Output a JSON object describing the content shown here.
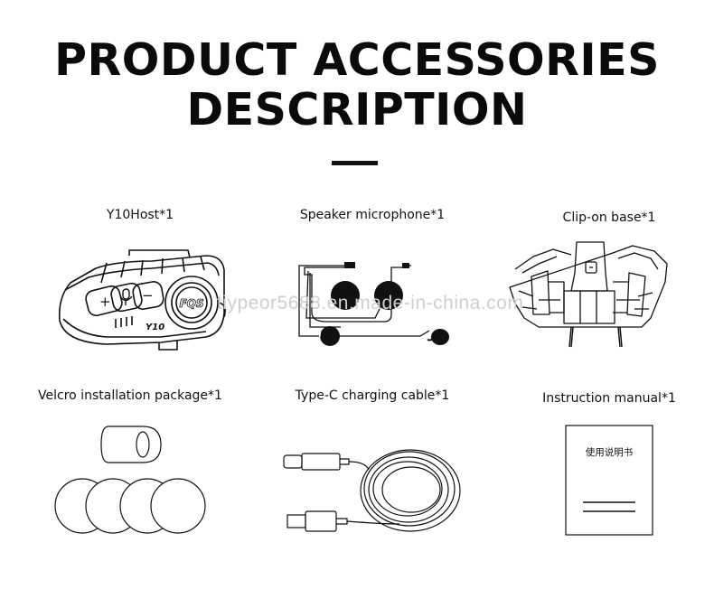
{
  "heading": {
    "line1": "PRODUCT ACCESSORIES",
    "line2": "DESCRIPTION"
  },
  "items": [
    {
      "label": "Y10Host*1",
      "icon": "bluetooth-intercom-device-icon"
    },
    {
      "label": "Speaker microphone*1",
      "icon": "headset-speakers-microphone-icon"
    },
    {
      "label": "Clip-on base*1",
      "icon": "clip-mount-base-icon"
    },
    {
      "label": "Velcro installation package*1",
      "icon": "velcro-pads-icon"
    },
    {
      "label": "Type-C charging cable*1",
      "icon": "usb-type-c-cable-icon"
    },
    {
      "label": "Instruction manual*1",
      "icon": "instruction-manual-icon"
    }
  ],
  "device": {
    "logo": "FQS",
    "model": "Y10",
    "plus": "+",
    "minus": "−"
  },
  "manual": {
    "cover_text": "使用说明书"
  },
  "watermark": "tiypeor5688.en.made-in-china.com"
}
